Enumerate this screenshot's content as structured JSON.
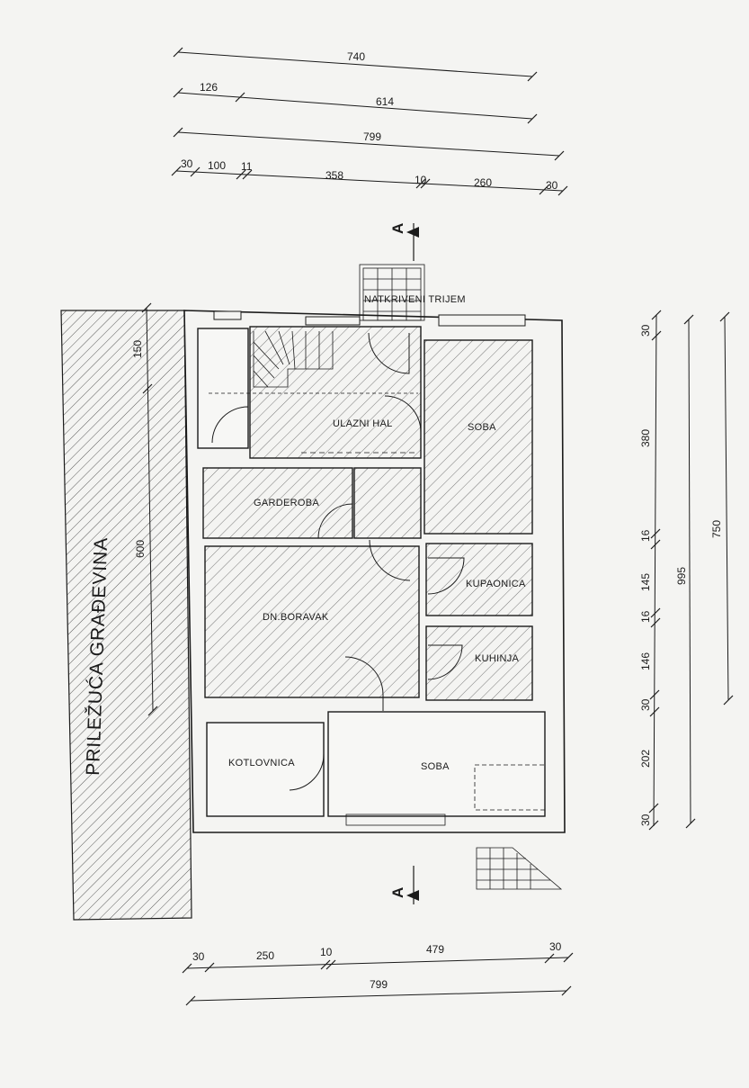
{
  "rooms": {
    "natkriveni_trijem": "NATKRIVENI TRIJEM",
    "ulazni_hal": "ULAZNI HAL",
    "soba_upper": "SOBA",
    "garderoba": "GARDEROBA",
    "kupaonica": "KUPAONICA",
    "dn_boravak": "DN.BORAVAK",
    "kuhinja": "KUHINJA",
    "kotlovnica": "KOTLOVNICA",
    "soba_lower": "SOBA"
  },
  "neighbor_label": "PRILEŽUĆA GRAĐEVINA",
  "section_marks": {
    "top": "A",
    "bottom": "A"
  },
  "dimensions": {
    "top_row1": "740",
    "top_row2": [
      "126",
      "614"
    ],
    "top_row3": "799",
    "top_row4": [
      "30",
      "100",
      "11",
      "358",
      "10",
      "260",
      "30"
    ],
    "left_col": [
      "150",
      "600"
    ],
    "right_col1": [
      "30",
      "380",
      "16",
      "145",
      "16",
      "146",
      "30",
      "202",
      "30"
    ],
    "right_col2": "995",
    "right_col3": "750",
    "bottom_row1": [
      "30",
      "250",
      "10",
      "479",
      "30"
    ],
    "bottom_row2": "799"
  }
}
